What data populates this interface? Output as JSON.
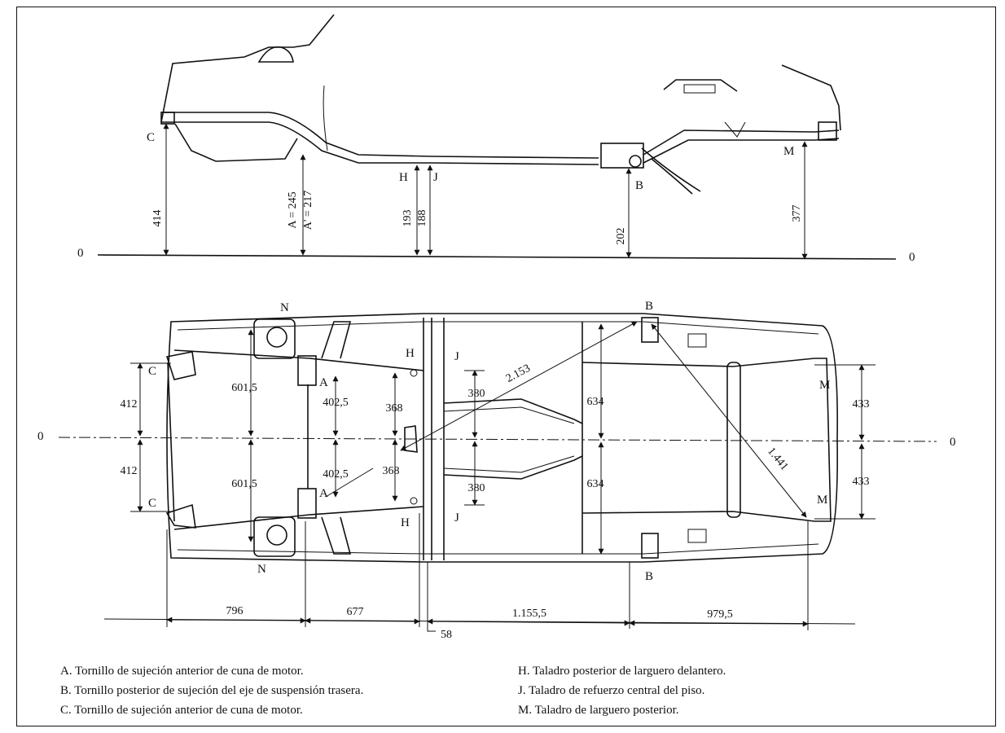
{
  "side_view": {
    "labels": {
      "C": "C",
      "H": "H",
      "J": "J",
      "B": "B",
      "M": "M",
      "zero_left": "0",
      "zero_right": "0"
    },
    "heights": {
      "C": "414",
      "A": "A = 245",
      "A_prime": "A' = 217",
      "H": "193",
      "J": "188",
      "B": "202",
      "M": "377"
    }
  },
  "top_view": {
    "labels": {
      "N_top": "N",
      "N_bottom": "N",
      "B_top": "B",
      "B_bottom": "B",
      "C_top": "C",
      "C_bottom": "C",
      "A_top": "A",
      "A_bottom": "A",
      "H_top": "H",
      "H_bottom": "H",
      "J_top": "J",
      "J_bottom": "J",
      "M_top": "M",
      "M_bottom": "M",
      "zero_left": "0",
      "zero_right": "0"
    },
    "half_widths": {
      "C_top": "412",
      "C_bottom": "412",
      "N_top": "601,5",
      "N_bottom": "601,5",
      "A_top": "402,5",
      "A_bottom": "402,5",
      "H_top": "368",
      "H_bottom": "368",
      "J_top": "380",
      "J_bottom": "380",
      "B_top": "634",
      "B_bottom": "634",
      "M_top": "433",
      "M_bottom": "433"
    },
    "diagonals": {
      "long": "2.153",
      "short": "1.441"
    },
    "lengths": {
      "C_A": "796",
      "A_H": "677",
      "H_J": "58",
      "J_B": "1.155,5",
      "B_M": "979,5"
    }
  },
  "legend": {
    "A": "A. Tornillo de sujeción anterior de cuna de motor.",
    "B": "B. Tornillo posterior de sujeción del eje de suspensión trasera.",
    "C": "C. Tornillo de sujeción anterior de cuna de motor.",
    "H": "H. Taladro posterior de larguero delantero.",
    "J": "J. Taladro de refuerzo central del piso.",
    "M": "M. Taladro de larguero posterior."
  }
}
